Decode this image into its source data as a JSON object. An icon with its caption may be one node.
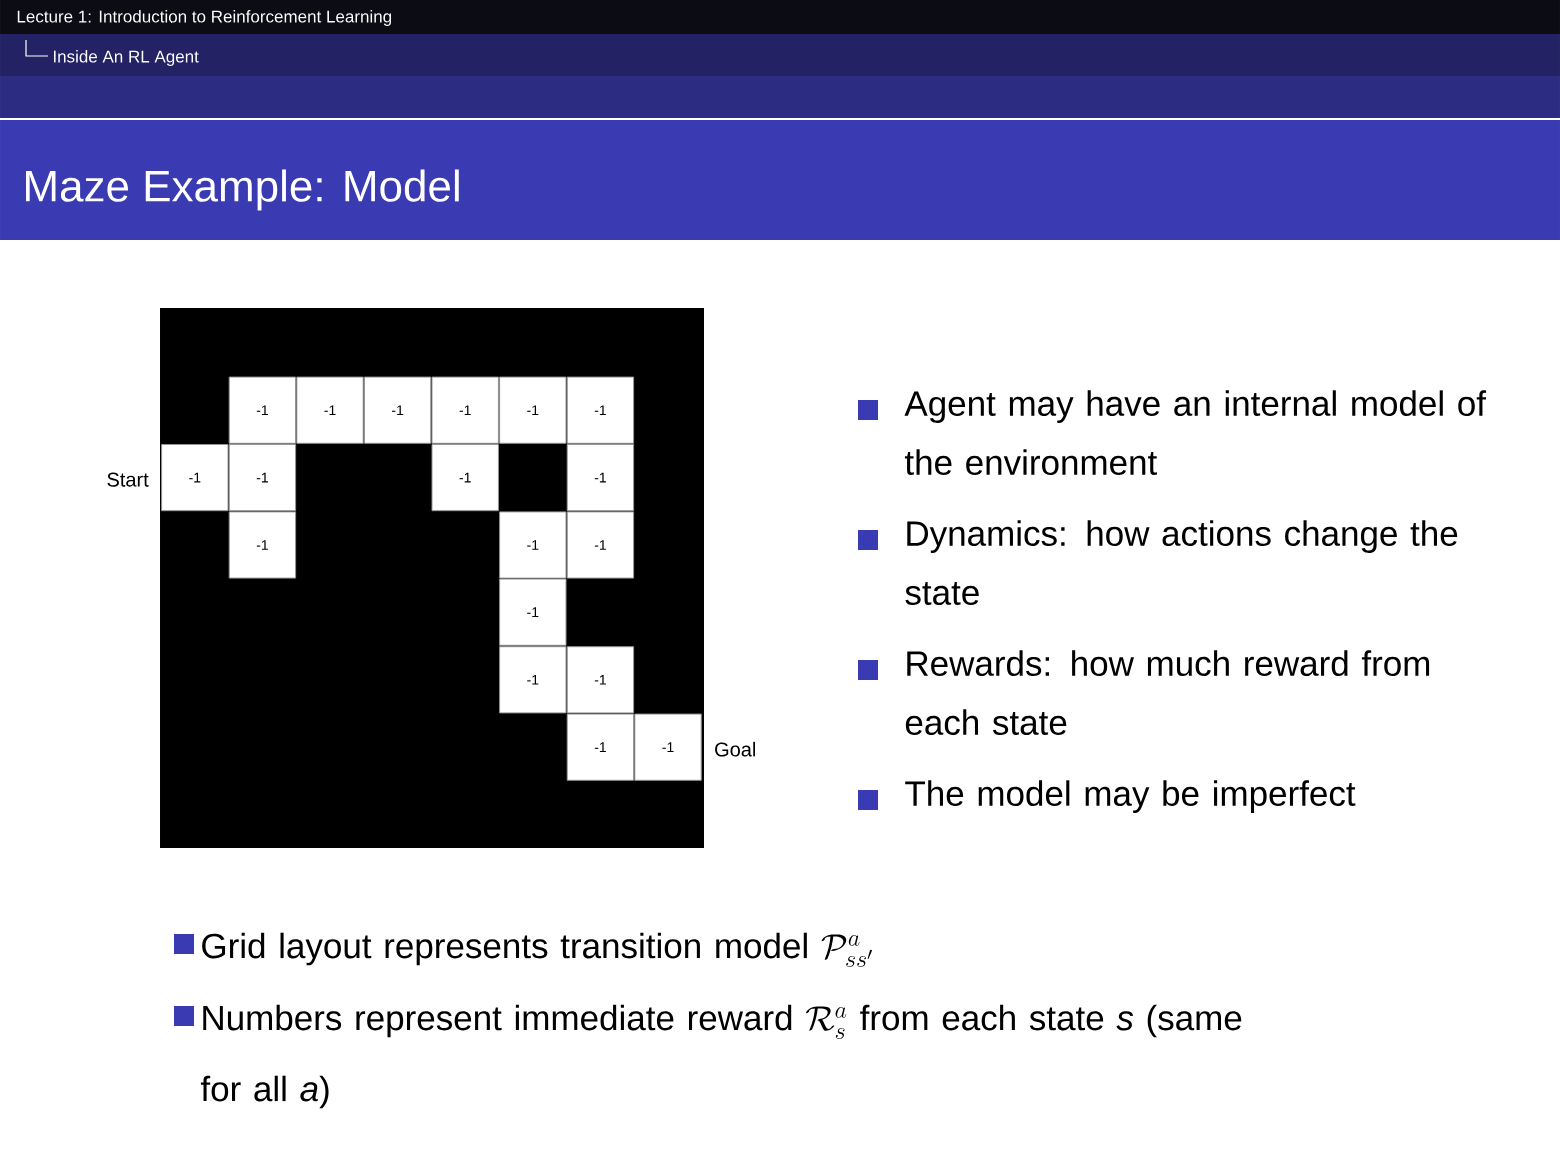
{
  "diagram": {
    "title": "Maze Example: Model",
    "nodes": [
      {
        "text": [
          "-1"
        ]
      },
      {
        "text": [
          "-1"
        ]
      },
      {
        "text": [
          "-1"
        ]
      },
      {
        "text": [
          "-1"
        ]
      },
      {
        "text": [
          "-1"
        ]
      },
      {
        "text": [
          "-1"
        ]
      },
      {
        "text": [
          "-1"
        ],
        "beside": [
          "Start"
        ]
      },
      {
        "text": [
          "-1"
        ]
      },
      {
        "text": [
          "-1"
        ]
      },
      {
        "text": [
          "-1"
        ]
      },
      {
        "text": [
          "-1"
        ]
      },
      {
        "text": [
          "-1"
        ]
      },
      {
        "text": [
          "-1"
        ]
      },
      {
        "text": [
          "-1"
        ]
      },
      {
        "text": [
          "-1"
        ]
      },
      {
        "text": [
          "-1"
        ]
      },
      {
        "text": [
          "-1"
        ]
      },
      {
        "text": [
          "-1"
        ],
        "beside": [
          "Goal"
        ]
      }
    ],
    "labels": [
      "Lecture 1: Introduction to Reinforcement Learning",
      "Inside An RL Agent",
      "Agent may have an internal model of the environment",
      "Dynamics: how actions change the state",
      "Rewards: how much reward from each state",
      "The model may be imperfect",
      "Grid layout represents transition model",
      "\\mathcal{P}^a_{ss'}",
      "Numbers represent immediate reward",
      "\\mathcal{R}^a_s",
      "from each state *s* (same for all *a*)"
    ]
  }
}
